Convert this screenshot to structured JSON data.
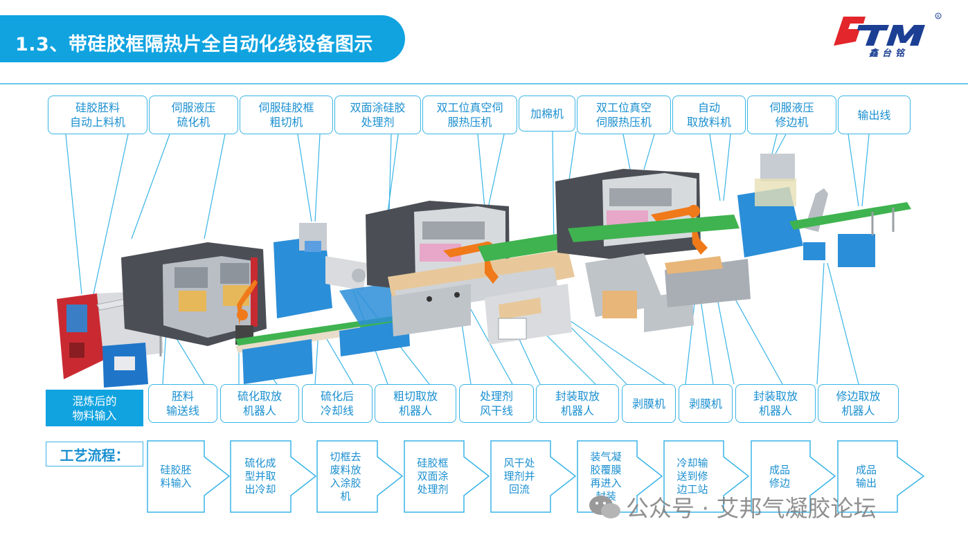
{
  "header": {
    "title": "1.3、带硅胶框隔热片全自动化线设备图示"
  },
  "logo": {
    "wordmark": "STM",
    "subtitle": "鑫台铭",
    "registered": "®"
  },
  "top_callouts": [
    {
      "id": "c1",
      "text": "硅胶胚料\n自动上料机"
    },
    {
      "id": "c2",
      "text": "伺服液压\n硫化机"
    },
    {
      "id": "c3",
      "text": "伺服硅胶框\n粗切机"
    },
    {
      "id": "c4",
      "text": "双面涂硅胶\n处理剂"
    },
    {
      "id": "c5",
      "text": "双工位真空伺\n服热压机"
    },
    {
      "id": "c6",
      "text": "加棉机"
    },
    {
      "id": "c7",
      "text": "双工位真空\n伺服热压机"
    },
    {
      "id": "c8",
      "text": "自动\n取放料机"
    },
    {
      "id": "c9",
      "text": "伺服液压\n修边机"
    },
    {
      "id": "c10",
      "text": "输出线"
    }
  ],
  "bottom_callouts": [
    {
      "id": "b1",
      "text": "胚料\n输送线"
    },
    {
      "id": "b2",
      "text": "硫化取放\n机器人"
    },
    {
      "id": "b3",
      "text": "硫化后\n冷却线"
    },
    {
      "id": "b4",
      "text": "粗切取放\n机器人"
    },
    {
      "id": "b5",
      "text": "处理剂\n风干线"
    },
    {
      "id": "b6",
      "text": "封装取放\n机器人"
    },
    {
      "id": "b7",
      "text": "剥膜机"
    },
    {
      "id": "b8",
      "text": "剥膜机"
    },
    {
      "id": "b9",
      "text": "封装取放\n机器人"
    },
    {
      "id": "b10",
      "text": "修边取放\n机器人"
    }
  ],
  "input_box": {
    "text": "混炼后的\n物料输入"
  },
  "process": {
    "label": "工艺流程：",
    "steps": [
      "硅胶胚\n料输入",
      "硫化成\n型并取\n出冷却",
      "切框去\n废料放\n入涂胶\n机",
      "硅胶框\n双面涂\n处理剂",
      "风干处\n理剂并\n回流",
      "装气凝\n胶覆膜\n再进入\n封装",
      "冷却输\n送到修\n边工站",
      "成品\n修边",
      "成品\n输出"
    ]
  },
  "watermark": {
    "text": "公众号 · 艾邦气凝胶论坛"
  },
  "colors": {
    "accent": "#10a3e0",
    "line": "#38b4e6",
    "text": "#1a8fd0",
    "logo_red": "#e3262b",
    "logo_blue": "#1c3f94"
  }
}
